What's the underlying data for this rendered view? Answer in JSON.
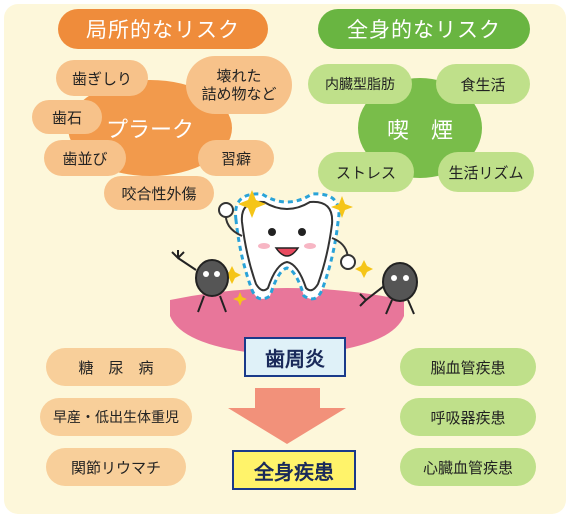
{
  "local_risk": {
    "title": "局所的なリスク",
    "center": "プラーク",
    "items": [
      "歯ぎしり",
      "壊れた\n詰め物など",
      "歯石",
      "歯並び",
      "習癖",
      "咬合性外傷"
    ]
  },
  "systemic_risk": {
    "title": "全身的なリスク",
    "center": "喫　煙",
    "items": [
      "内臓型脂肪",
      "食生活",
      "ストレス",
      "生活リズム"
    ]
  },
  "periodontitis": "歯周炎",
  "systemic_disease": "全身疾患",
  "left_diseases": [
    "糖　尿　病",
    "早産・低出生体重児",
    "関節リウマチ"
  ],
  "right_diseases": [
    "脳血管疾患",
    "呼吸器疾患",
    "心臓血管疾患"
  ],
  "colors": {
    "local_accent": "#ef8c3b",
    "systemic_accent": "#69b541",
    "background": "#fdf7da",
    "gum": "#e8769a"
  }
}
